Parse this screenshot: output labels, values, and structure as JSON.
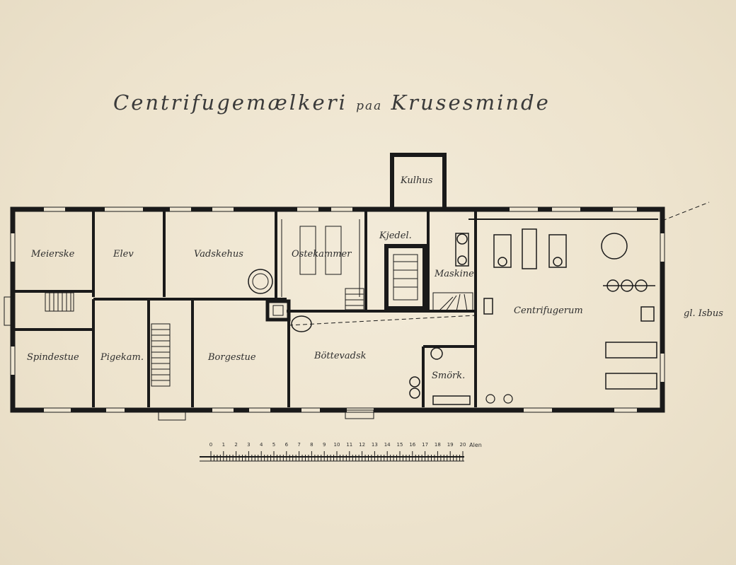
{
  "title": {
    "main_left": "Centrifugemælkeri",
    "connector": "paa",
    "main_right": "Krusesminde"
  },
  "rooms": {
    "meierske": "Meierske",
    "elev": "Elev",
    "vadskehus": "Vadskehus",
    "ostekammer": "Ostekammer",
    "kjedel": "Kjedel.",
    "kulhus": "Kulhus",
    "maskine": "Maskine",
    "centrifugerum": "Centrifugerum",
    "isbus": "gl. Isbus",
    "spindestue": "Spindestue",
    "pigekam": "Pigekam.",
    "borgestue": "Borgestue",
    "bottevadsk": "Böttevadsk",
    "smork": "Smörk."
  },
  "scale": {
    "ticks": [
      "0",
      "1",
      "2",
      "3",
      "4",
      "5",
      "6",
      "7",
      "8",
      "9",
      "10",
      "11",
      "12",
      "13",
      "14",
      "15",
      "16",
      "17",
      "18",
      "19",
      "20"
    ],
    "unit": "Alen"
  }
}
